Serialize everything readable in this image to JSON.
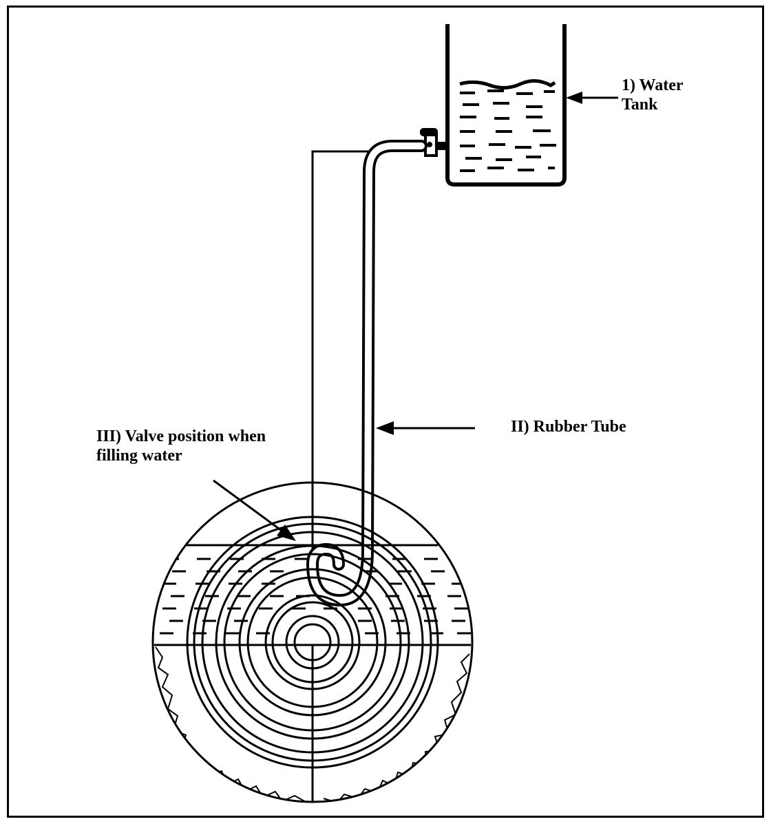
{
  "labels": {
    "water_tank": "1) Water\nTank",
    "rubber_tube": "II) Rubber Tube",
    "valve_position": "III) Valve position when\nfilling water"
  },
  "colors": {
    "ink": "#000000",
    "paper": "#ffffff"
  }
}
